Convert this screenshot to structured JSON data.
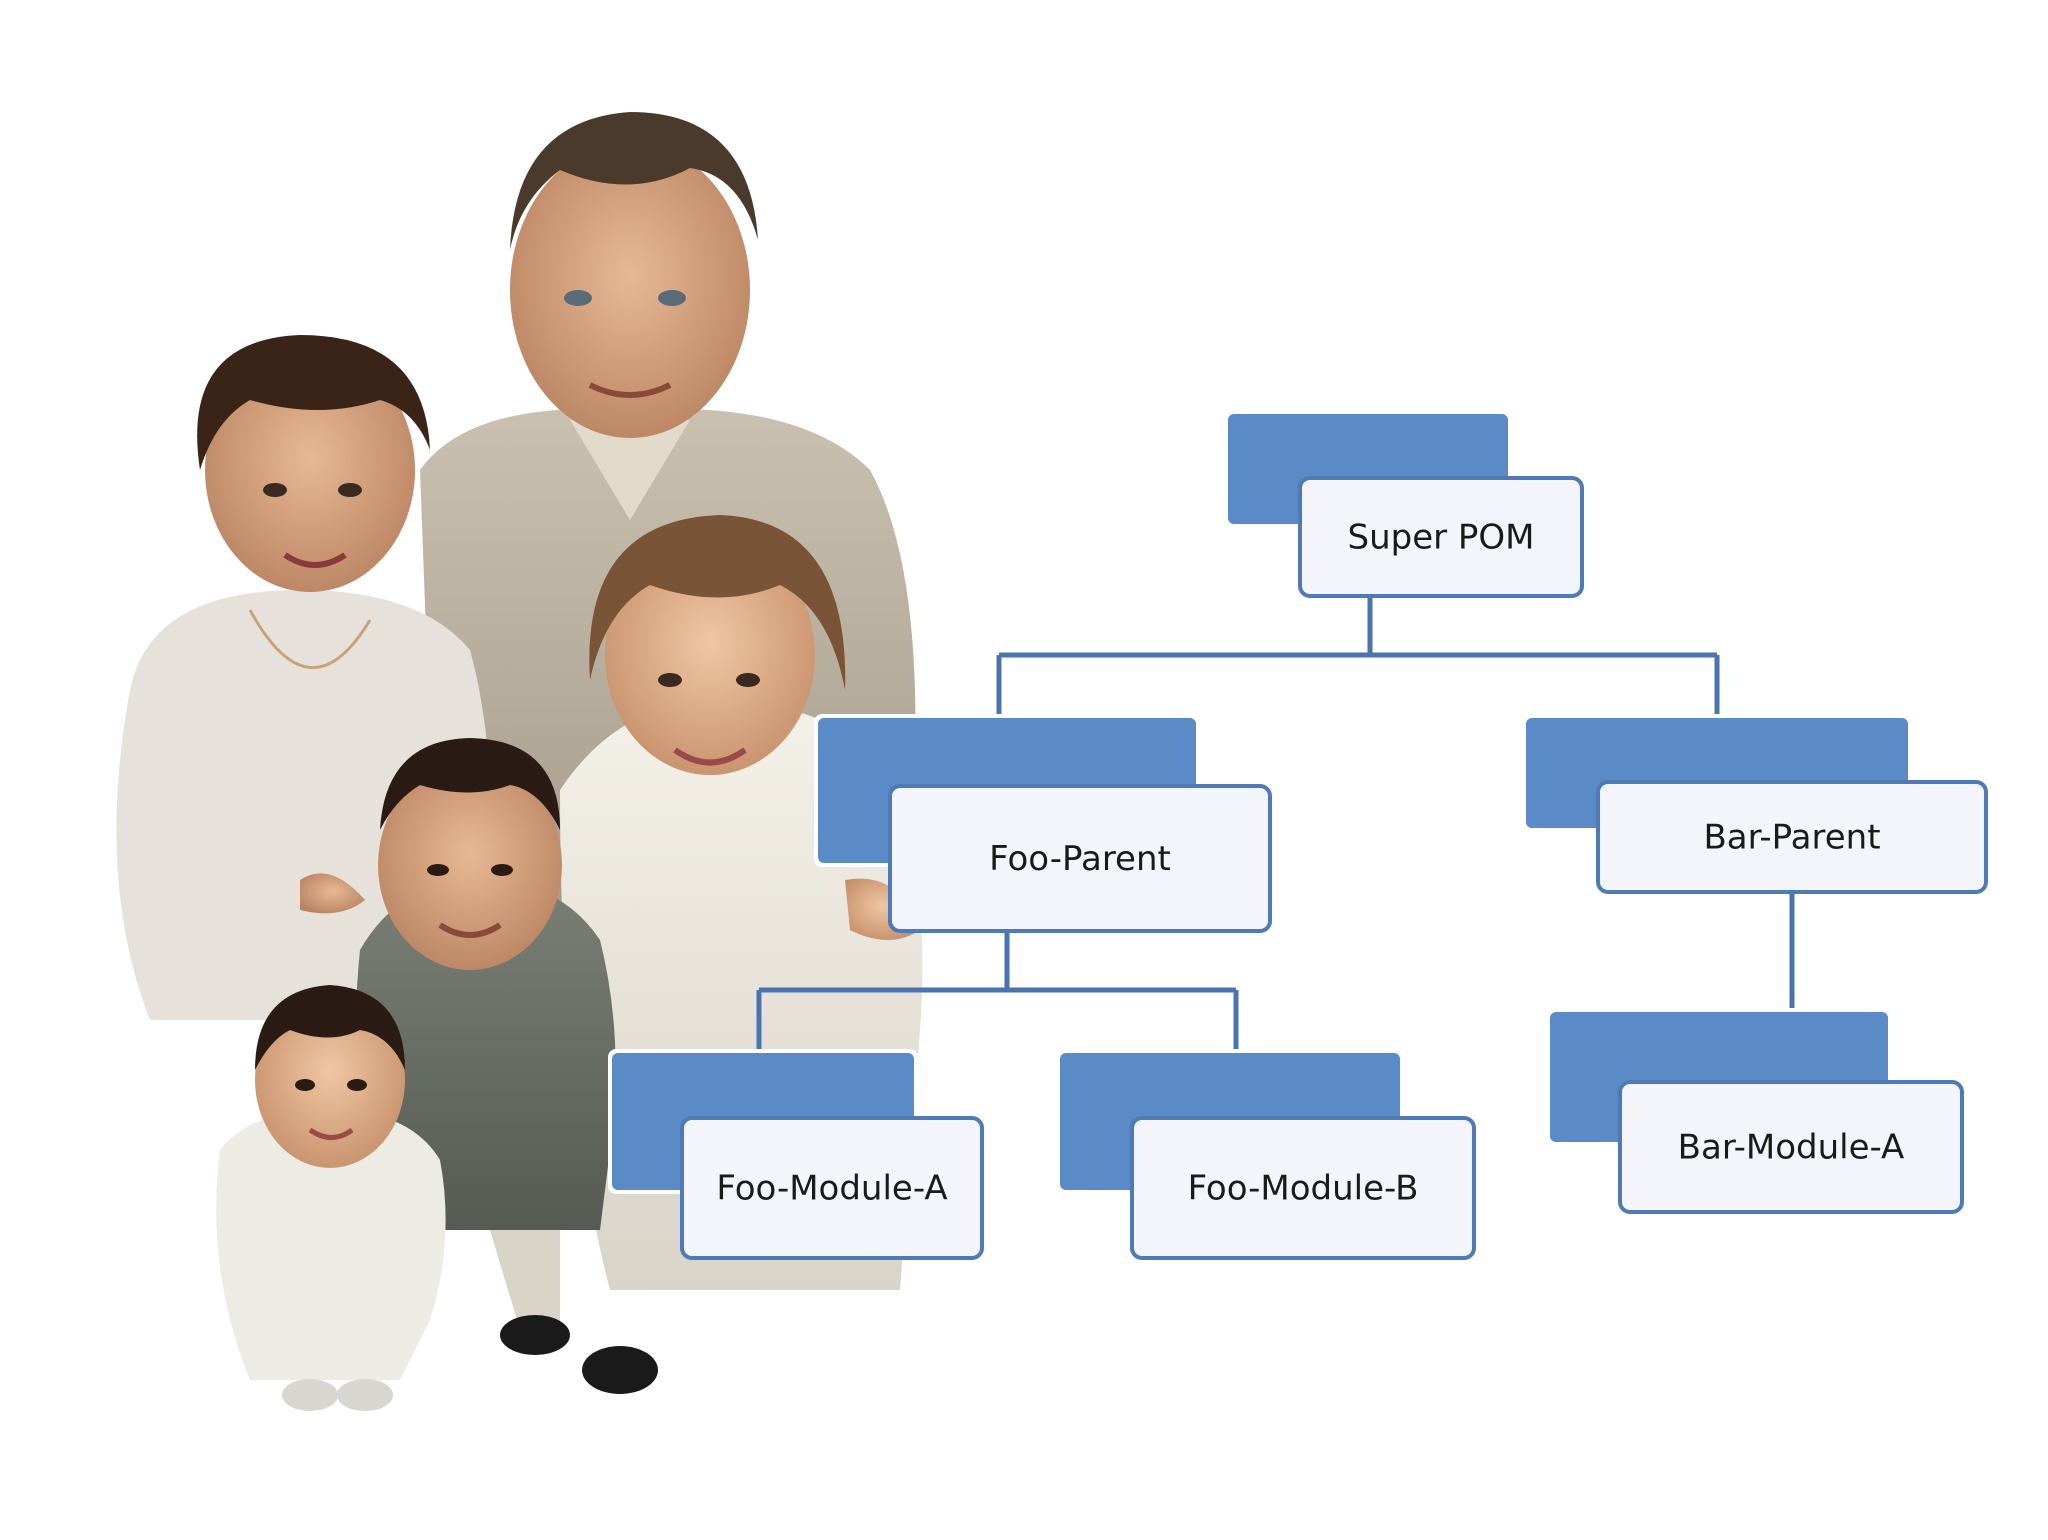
{
  "colors": {
    "accent": "#5b8bc6",
    "border": "#4f7ab8",
    "connector": "#4a74b0",
    "card_fill": "#f3f5fa"
  },
  "photo": {
    "subject": "family-photo"
  },
  "diagram": {
    "nodes": [
      {
        "id": "super-pom",
        "label": "Super POM"
      },
      {
        "id": "foo-parent",
        "label": "Foo-Parent"
      },
      {
        "id": "bar-parent",
        "label": "Bar-Parent"
      },
      {
        "id": "foo-module-a",
        "label": "Foo-Module-A"
      },
      {
        "id": "foo-module-b",
        "label": "Foo-Module-B"
      },
      {
        "id": "bar-module-a",
        "label": "Bar-Module-A"
      }
    ],
    "edges": [
      {
        "from": "super-pom",
        "to": "foo-parent"
      },
      {
        "from": "super-pom",
        "to": "bar-parent"
      },
      {
        "from": "foo-parent",
        "to": "foo-module-a"
      },
      {
        "from": "foo-parent",
        "to": "foo-module-b"
      },
      {
        "from": "bar-parent",
        "to": "bar-module-a"
      }
    ]
  }
}
